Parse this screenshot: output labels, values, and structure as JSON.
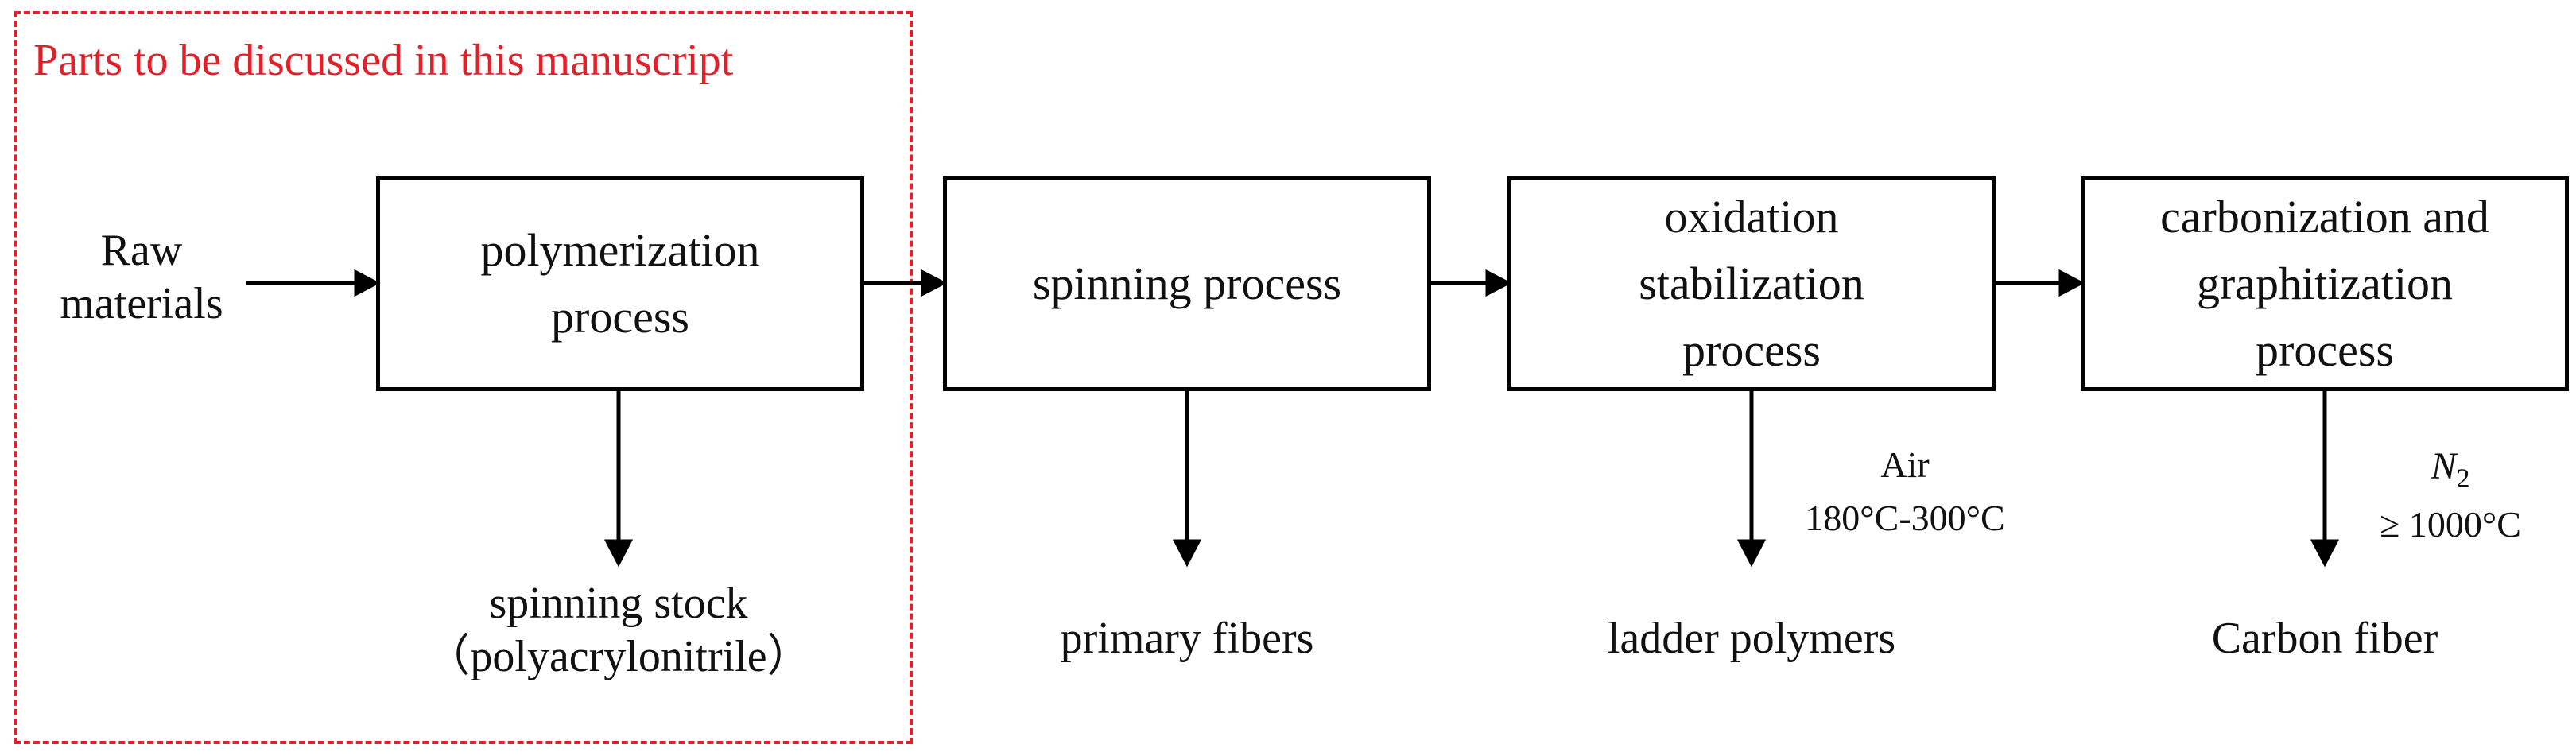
{
  "region": {
    "title": "Parts to be discussed in this manuscript",
    "color": "#e0212a"
  },
  "input": {
    "line1": "Raw",
    "line2": "materials"
  },
  "steps": [
    {
      "lines": [
        "polymerization",
        "process"
      ],
      "output_line1": "spinning stock",
      "output_line2": "（polyacrylonitrile）"
    },
    {
      "lines": [
        "spinning process"
      ],
      "output_line1": "primary fibers"
    },
    {
      "lines": [
        "oxidation",
        "stabilization",
        "process"
      ],
      "output_line1": "ladder polymers",
      "cond1": "Air",
      "cond2": "180°C-300°C"
    },
    {
      "lines": [
        "carbonization and",
        "graphitization",
        "process"
      ],
      "output_line1": "Carbon fiber",
      "cond1": "N",
      "cond1_sub": "2",
      "cond2": "≥ 1000°C"
    }
  ]
}
